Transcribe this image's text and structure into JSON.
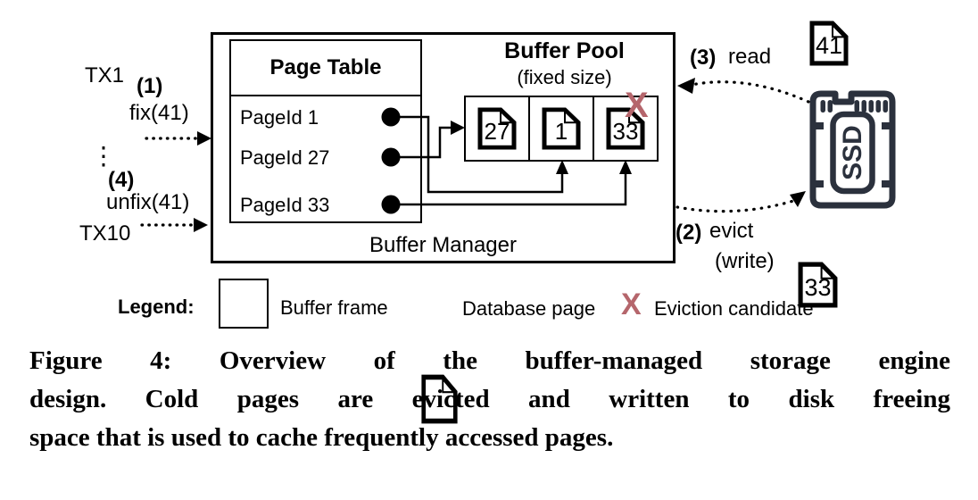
{
  "figure": {
    "left": {
      "tx1": "TX1",
      "step1": "(1)",
      "fix": "fix(41)",
      "ellipsis": "⋮",
      "step4": "(4)",
      "unfix": "unfix(41)",
      "tx10": "TX10"
    },
    "buffer_manager": {
      "label": "Buffer Manager"
    },
    "page_table": {
      "title": "Page Table",
      "rows": [
        "PageId 1",
        "PageId 27",
        "PageId 33"
      ]
    },
    "buffer_pool": {
      "title": "Buffer Pool",
      "subtitle": "(fixed size)",
      "frames": [
        "27",
        "1",
        "33"
      ],
      "eviction_mark": "X"
    },
    "io": {
      "step3": "(3)",
      "read_label": "read",
      "step2": "(2)",
      "evict_label": "evict",
      "write_label": "(write)"
    },
    "disk": {
      "ssd_label": "SSD",
      "incoming_page": "41",
      "evicted_page": "33"
    },
    "colors": {
      "eviction_x": "#b5666c",
      "ssd": "#2b313d",
      "line": "#000000"
    }
  },
  "legend": {
    "label": "Legend:",
    "buffer_frame": "Buffer frame",
    "database_page": "Database page",
    "eviction_mark": "X",
    "eviction_candidate": "Eviction candidate"
  },
  "caption": {
    "lines": [
      "Figure 4: Overview of the buffer-managed storage engine",
      "design. Cold pages are evicted and written to disk freeing",
      "space that is used to cache frequently accessed pages."
    ]
  }
}
